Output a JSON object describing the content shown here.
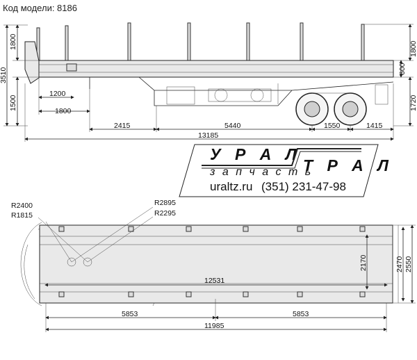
{
  "header": {
    "model_label": "Код модели: 8186"
  },
  "logo": {
    "word1": "У Р А Л",
    "word2": "Т Р А Л",
    "tagline": "з а п ч а с т ь"
  },
  "contacts": {
    "site": "uraltz.ru",
    "phone": "(351) 231-47-98"
  },
  "side_view": {
    "dims": {
      "h_1800_left": "1800",
      "h_3510": "3510",
      "h_1500": "1500",
      "d_1200": "1200",
      "d_1800": "1800",
      "d_2415": "2415",
      "d_5440": "5440",
      "d_1550": "1550",
      "d_1415": "1415",
      "d_13185": "13185",
      "h_1800_right": "1800",
      "h_600": "600",
      "h_1720": "1720"
    }
  },
  "top_view": {
    "radii": {
      "r2400": "R2400",
      "r1815": "R1815",
      "r2895": "R2895",
      "r2295": "R2295"
    },
    "dims": {
      "d_12531": "12531",
      "d_2170": "2170",
      "d_2470": "2470",
      "d_2550": "2550",
      "d_5853_left": "5853",
      "d_5853_right": "5853",
      "d_11985": "11985"
    }
  }
}
